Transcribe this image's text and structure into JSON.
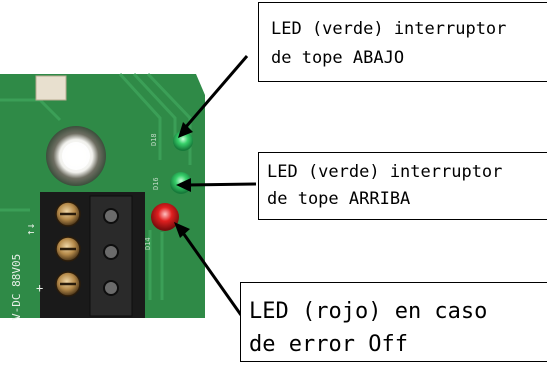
{
  "callouts": {
    "led_green_down": "LED (verde) interruptor\nde tope ABAJO",
    "led_green_up": "LED (verde) interruptor\nde tope ARRIBA",
    "led_red_error": "LED (rojo) en caso\nde error Off"
  },
  "board_silkscreen": {
    "voltage": "V-DC 88V05",
    "plus": "+",
    "arrows": "↑↓"
  },
  "colors": {
    "pcb_green": "#2f8a47",
    "led_green": "#37d06a",
    "led_red": "#e01f1f",
    "terminal_black": "#1a1a1a",
    "screw_brass": "#b58a4a"
  }
}
